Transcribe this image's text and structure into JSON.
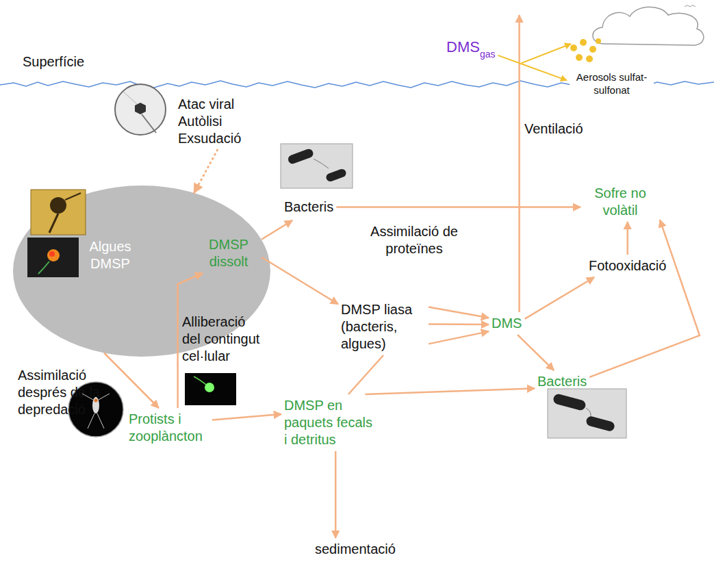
{
  "diagram": {
    "nodes": [
      {
        "text": [
          "DMS",
          "gas"
        ]
      },
      {
        "text": [
          "Aerosols sulfat-sulfonat"
        ]
      },
      {
        "text": [
          "Atac viral Autòlisi Exsudació"
        ]
      },
      {
        "text": [
          "Algues DMSP"
        ]
      },
      {
        "text": [
          "DMSP dissolt"
        ],
        "in": 3
      },
      {
        "text": [
          "Bacteris"
        ]
      },
      {
        "text": [
          "Sofre no volàtil"
        ]
      },
      {
        "text": [
          "DMSP liasa (bacteris, algues)"
        ]
      },
      {
        "text": [
          "DMS"
        ]
      },
      {
        "text": [
          "Fotooxidació"
        ]
      },
      {
        "text": [
          "Bacteris"
        ]
      },
      {
        "text": [
          "Protists i zooplàncton"
        ]
      },
      {
        "text": [
          "DMSP en paquets fecals i detritus"
        ]
      },
      {
        "text": [
          "sedimentació"
        ]
      }
    ],
    "edges": [
      {
        "from": 2,
        "to": 3,
        "arrow": "to"
      },
      {
        "from": 4,
        "to": 5,
        "arrow": "to"
      },
      {
        "from": 4,
        "to": 7,
        "arrow": "to"
      },
      {
        "from": 5,
        "to": 6,
        "label": "Assimilació de proteïnes",
        "arrow": "to"
      },
      {
        "from": 7,
        "to": 8,
        "arrow": "to"
      },
      {
        "from": 7,
        "to": 8,
        "arrow": "to"
      },
      {
        "from": 7,
        "to": 8,
        "arrow": "to"
      },
      {
        "from": 8,
        "to": 0,
        "arrow": "to"
      },
      {
        "from": 0,
        "to": 1,
        "arrow": "to"
      },
      {
        "from": 8,
        "to": 9,
        "arrow": "to"
      },
      {
        "from": 9,
        "to": 6,
        "arrow": "to"
      },
      {
        "from": 8,
        "to": 10,
        "arrow": "to"
      },
      {
        "from": 10,
        "to": 6,
        "arrow": "to"
      },
      {
        "from": 3,
        "to": 11,
        "label": "Assimilació després de la depredació",
        "arrow": "to"
      },
      {
        "from": 11,
        "to": 4,
        "label": "Alliberació del contingut cel·lular",
        "arrow": "to"
      },
      {
        "from": 11,
        "to": 12,
        "arrow": "to"
      },
      {
        "from": 12,
        "to": 10,
        "arrow": "to"
      },
      {
        "from": 12,
        "to": 13,
        "arrow": "to"
      },
      {
        "from": 12,
        "to": 7,
        "arrow": "none"
      }
    ],
    "labels": [
      "Superfície",
      "Ventilació"
    ]
  }
}
